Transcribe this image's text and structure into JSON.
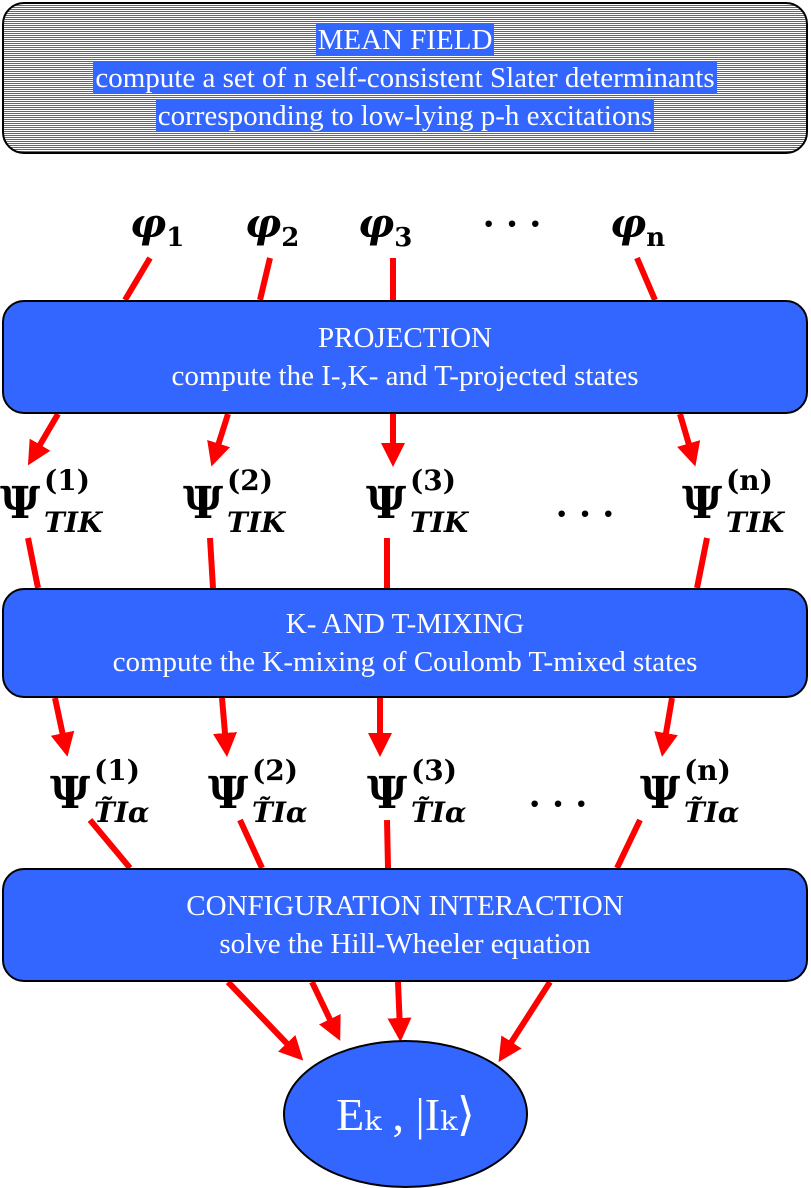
{
  "mean_field": {
    "title": "MEAN FIELD",
    "line1": "compute a set of n self-consistent Slater determinants",
    "line2": "corresponding to low-lying p-h excitations"
  },
  "phis": [
    {
      "base": "φ",
      "sub": "1"
    },
    {
      "base": "φ",
      "sub": "2"
    },
    {
      "base": "φ",
      "sub": "3"
    },
    {
      "base": "φ",
      "sub": "n"
    }
  ],
  "dots": "· · ·",
  "projection": {
    "title": "PROJECTION",
    "line1": "compute the I-,K- and T-projected states"
  },
  "psi_tik": [
    {
      "sup": "(1)",
      "sub": "TIK"
    },
    {
      "sup": "(2)",
      "sub": "TIK"
    },
    {
      "sup": "(3)",
      "sub": "TIK"
    },
    {
      "sup": "(n)",
      "sub": "TIK"
    }
  ],
  "mixing": {
    "title": "K- AND T-MIXING",
    "line1": "compute the K-mixing of Coulomb T-mixed states"
  },
  "psi_tia": [
    {
      "sup": "(1)",
      "sub": "T̃Iα"
    },
    {
      "sup": "(2)",
      "sub": "T̃Iα"
    },
    {
      "sup": "(3)",
      "sub": "T̃Iα"
    },
    {
      "sup": "(n)",
      "sub": "T̃Iα"
    }
  ],
  "ci": {
    "title": "CONFIGURATION INTERACTION",
    "line1": "solve the Hill-Wheeler equation"
  },
  "result": "Eₖ , |Iₖ⟩",
  "psi": "Ψ",
  "colors": {
    "box": "#3366ff",
    "arrow": "#ff0000"
  }
}
